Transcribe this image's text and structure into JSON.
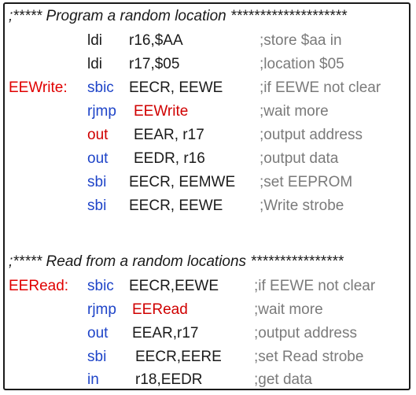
{
  "section1": {
    "header": ";***** Program a random location ********************",
    "lines": [
      {
        "label": "",
        "mnemonic": "ldi",
        "operand": "r16,$AA",
        "comment": ";store $aa in"
      },
      {
        "label": "",
        "mnemonic": "ldi",
        "operand": "r17,$05",
        "comment": ";location $05"
      },
      {
        "label": "EEWrite:",
        "mnemonic": "sbic",
        "operand": "EECR, EEWE",
        "comment": ";if EEWE not clear"
      },
      {
        "label": "",
        "mnemonic": "rjmp",
        "operand": "EEWrite",
        "comment": ";wait more"
      },
      {
        "label": "",
        "mnemonic": "out",
        "operand": "EEAR, r17",
        "comment": ";output address"
      },
      {
        "label": "",
        "mnemonic": "out",
        "operand": "EEDR, r16",
        "comment": ";output data"
      },
      {
        "label": "",
        "mnemonic": "sbi",
        "operand": "EECR, EEMWE",
        "comment": ";set EEPROM"
      },
      {
        "label": "",
        "mnemonic": "sbi",
        "operand": "EECR, EEWE",
        "comment": ";Write strobe"
      }
    ]
  },
  "section2": {
    "header": ";***** Read from a random locations ****************",
    "lines": [
      {
        "label": "EERead:",
        "mnemonic": "sbic",
        "operand": "EECR,EEWE",
        "comment": ";if EEWE not clear"
      },
      {
        "label": "",
        "mnemonic": "rjmp",
        "operand": "EERead",
        "comment": ";wait more"
      },
      {
        "label": "",
        "mnemonic": "out",
        "operand": "EEAR,r17",
        "comment": ";output address"
      },
      {
        "label": "",
        "mnemonic": "sbi",
        "operand": "EECR,EERE",
        "comment": ";set Read strobe"
      },
      {
        "label": "",
        "mnemonic": "in",
        "operand": "r18,EEDR",
        "comment": ";get data"
      }
    ]
  },
  "colors": {
    "label": "#e00000",
    "mnemonic_blue": "#1e44c8",
    "mnemonic_red": "#d00000",
    "operand": "#1a1a1a",
    "comment": "#7a7a7a"
  }
}
